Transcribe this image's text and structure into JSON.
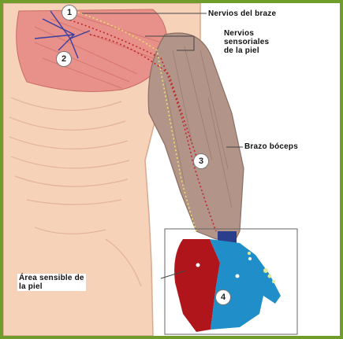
{
  "labels": {
    "nerves_arm": "Nervios del braze",
    "sensory_nerves": [
      "Nervios",
      "sensoriales",
      "de la piel"
    ],
    "arm": "Brazo bóceps",
    "skin_area": [
      "Área sensible de",
      "la piel"
    ]
  },
  "markers": [
    "1",
    "2",
    "3",
    "4"
  ],
  "colors": {
    "skin": "#f6d2b8",
    "muscle": "#e8908a",
    "arm": "#b39488",
    "red_zone": "#b0151c",
    "blue_zone": "#1f8ec9",
    "nerve_blue": "#3b3fa0",
    "nerve_dots": "#c0272d",
    "frame": "#6f9c2b"
  }
}
